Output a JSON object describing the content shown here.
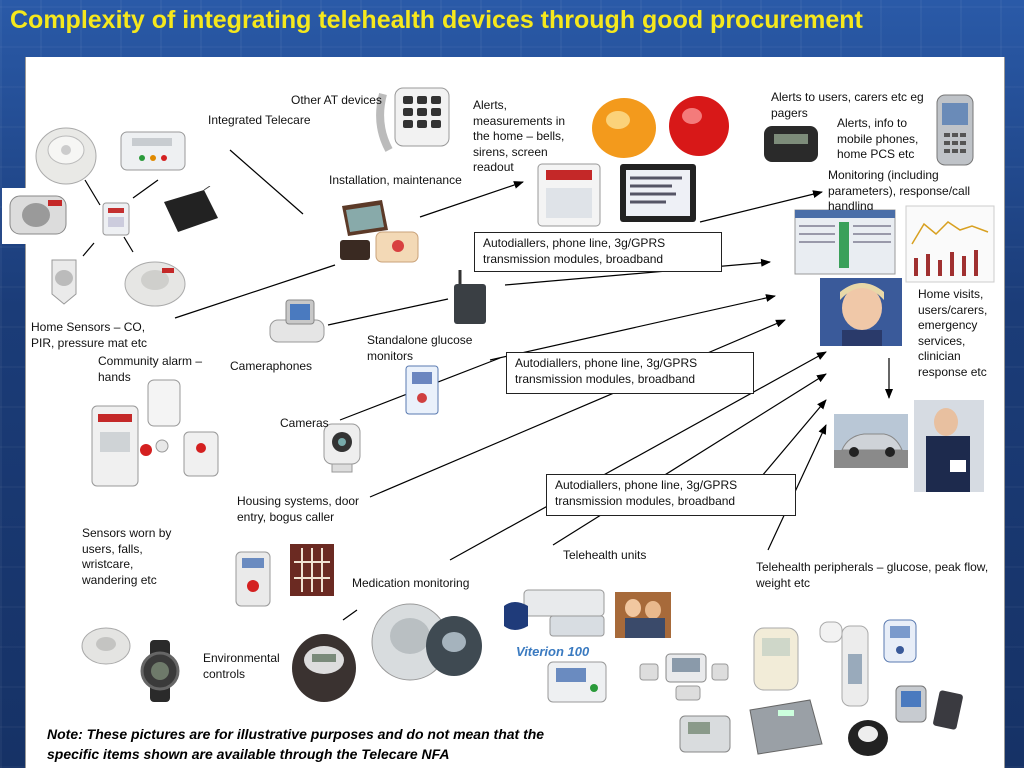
{
  "title": "Complexity of integrating telehealth devices through good procurement",
  "labels": {
    "other_at": "Other AT devices",
    "integrated_telecare": "Integrated Telecare",
    "alerts_home": "Alerts, measurements in the home – bells, sirens, screen readout",
    "alerts_users": "Alerts to users, carers etc eg pagers",
    "alerts_info": "Alerts, info to mobile phones, home PCS etc",
    "installation": "Installation, maintenance",
    "monitoring": "Monitoring (including parameters), response/call handling",
    "home_sensors": "Home Sensors – CO, PIR, pressure mat etc",
    "community_alarm": "Community alarm – hands",
    "cameraphones": "Cameraphones",
    "standalone": "Standalone glucose monitors",
    "home_visits": "Home visits, users/carers, emergency services, clinician response etc",
    "cameras": "Cameras",
    "housing": "Housing systems, door entry, bogus caller",
    "sensors_worn": "Sensors worn by users, falls, wristcare, wandering etc",
    "telehealth_units": "Telehealth units",
    "telehealth_peripherals": "Telehealth peripherals – glucose, peak flow, weight etc",
    "medication": "Medication monitoring",
    "environmental": "Environmental controls",
    "viterion": "Viterion 100"
  },
  "boxes": {
    "box1": "Autodiallers, phone line, 3g/GPRS transmission modules, broadband",
    "box2": "Autodiallers, phone line, 3g/GPRS transmission modules, broadband",
    "box3": "Autodiallers, phone line, 3g/GPRS transmission modules, broadband"
  },
  "note": "Note: These pictures are for illustrative purposes and do not mean that the specific items shown are available through the Telecare NFA",
  "colors": {
    "title": "#f6e81c",
    "background": "#1c3f7a",
    "panel": "#ffffff",
    "siren_amber": "#f39a1c",
    "siren_red": "#d81818"
  }
}
